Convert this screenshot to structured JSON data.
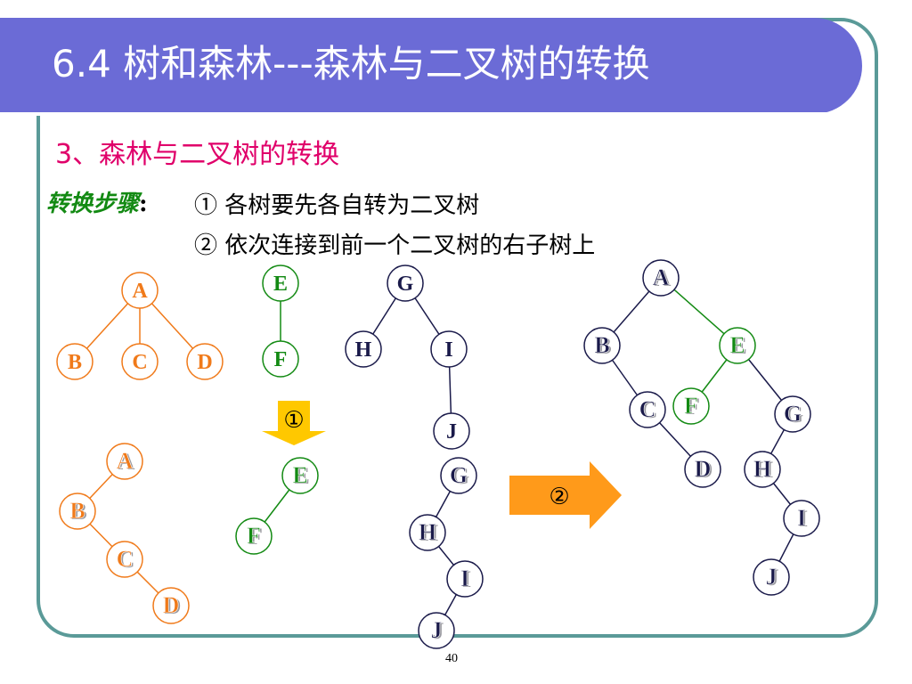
{
  "title": "6.4 树和森林---森林与二叉树的转换",
  "section_heading": "3、森林与二叉树的转换",
  "steps": {
    "label": "转换步骤",
    "colon": ":",
    "items": [
      "① 各树要先各自转为二叉树",
      "② 依次连接到前一个二叉树的右子树上"
    ]
  },
  "arrows": {
    "step1_badge": "①",
    "step2_badge": "②"
  },
  "page_number": "40",
  "colors": {
    "orange": "#f07a1a",
    "green": "#138a13",
    "navy": "#1a1a4a",
    "title_bg": "#6b6bd6",
    "frame": "#5a9a98",
    "arrow": "#ffa500",
    "shadow": "#9a9aa0"
  },
  "diagram": {
    "forest": [
      {
        "id": "tree1",
        "color": "orange",
        "nodes": [
          {
            "id": "A",
            "label": "A"
          },
          {
            "id": "B",
            "label": "B"
          },
          {
            "id": "C",
            "label": "C"
          },
          {
            "id": "D",
            "label": "D"
          }
        ],
        "edges": [
          [
            "A",
            "B"
          ],
          [
            "A",
            "C"
          ],
          [
            "A",
            "D"
          ]
        ]
      },
      {
        "id": "tree2",
        "color": "green",
        "nodes": [
          {
            "id": "E",
            "label": "E"
          },
          {
            "id": "F",
            "label": "F"
          }
        ],
        "edges": [
          [
            "E",
            "F"
          ]
        ]
      },
      {
        "id": "tree3",
        "color": "navy",
        "nodes": [
          {
            "id": "G",
            "label": "G"
          },
          {
            "id": "H",
            "label": "H"
          },
          {
            "id": "I",
            "label": "I"
          },
          {
            "id": "J",
            "label": "J"
          }
        ],
        "edges": [
          [
            "G",
            "H"
          ],
          [
            "G",
            "I"
          ],
          [
            "I",
            "J"
          ]
        ]
      }
    ],
    "binary_trees": [
      {
        "id": "bt1",
        "color": "orange",
        "nodes": [
          {
            "id": "A",
            "label": "A"
          },
          {
            "id": "B",
            "label": "B"
          },
          {
            "id": "C",
            "label": "C"
          },
          {
            "id": "D",
            "label": "D"
          }
        ],
        "edges": [
          [
            "A",
            "B"
          ],
          [
            "B",
            "C"
          ],
          [
            "C",
            "D"
          ]
        ]
      },
      {
        "id": "bt2",
        "color": "green",
        "nodes": [
          {
            "id": "E",
            "label": "E"
          },
          {
            "id": "F",
            "label": "F"
          }
        ],
        "edges": [
          [
            "E",
            "F"
          ]
        ]
      },
      {
        "id": "bt3",
        "color": "navy",
        "nodes": [
          {
            "id": "G",
            "label": "G"
          },
          {
            "id": "H",
            "label": "H"
          },
          {
            "id": "I",
            "label": "I"
          },
          {
            "id": "J",
            "label": "J"
          }
        ],
        "edges": [
          [
            "G",
            "H"
          ],
          [
            "H",
            "I"
          ],
          [
            "I",
            "J"
          ]
        ]
      }
    ],
    "result": {
      "id": "result",
      "color": "navy",
      "nodes": [
        {
          "id": "A",
          "label": "A"
        },
        {
          "id": "B",
          "label": "B"
        },
        {
          "id": "C",
          "label": "C"
        },
        {
          "id": "D",
          "label": "D"
        },
        {
          "id": "E",
          "label": "E"
        },
        {
          "id": "F",
          "label": "F"
        },
        {
          "id": "G",
          "label": "G"
        },
        {
          "id": "H",
          "label": "H"
        },
        {
          "id": "I",
          "label": "I"
        },
        {
          "id": "J",
          "label": "J"
        }
      ],
      "edges": [
        [
          "A",
          "B"
        ],
        [
          "A",
          "E"
        ],
        [
          "B",
          "C"
        ],
        [
          "C",
          "D"
        ],
        [
          "E",
          "F"
        ],
        [
          "E",
          "G"
        ],
        [
          "G",
          "H"
        ],
        [
          "H",
          "I"
        ],
        [
          "I",
          "J"
        ]
      ]
    }
  }
}
